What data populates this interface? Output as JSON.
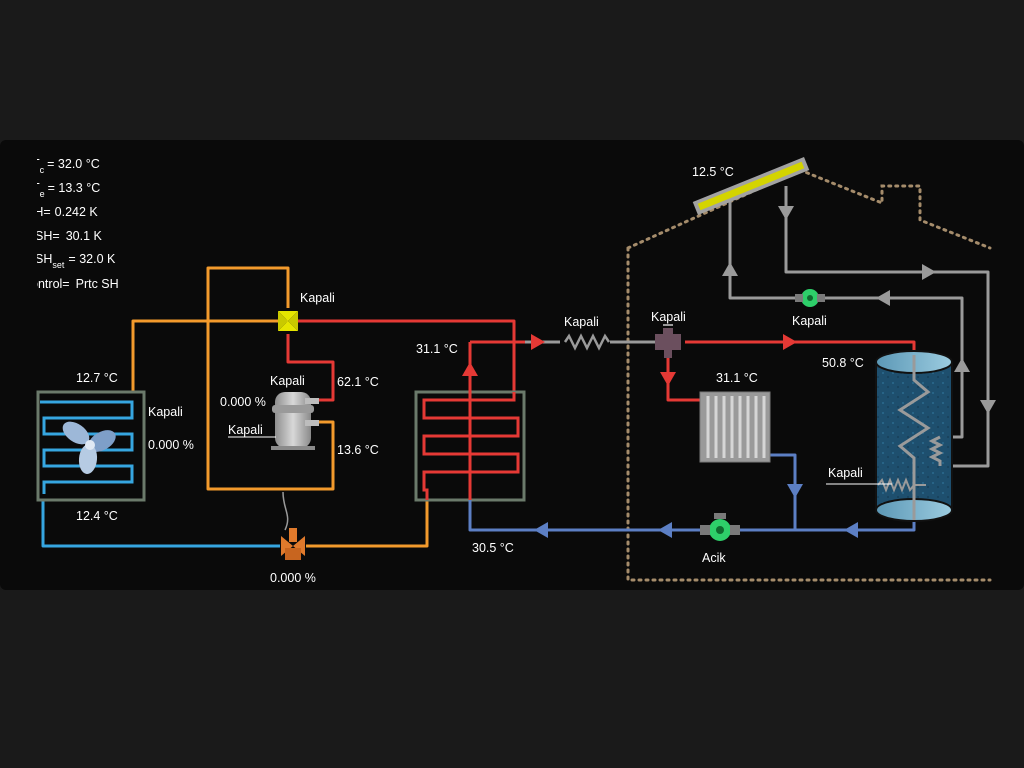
{
  "colors": {
    "background": "#1a1a1a",
    "panel": "#0a0a0a",
    "hot": "#e53935",
    "cold": "#5c7fc4",
    "refrigerant": "#f39a2c",
    "outdoor_air": "#36a6e0",
    "solar_loop": "#9a9a9a",
    "house_outline": "#a58c6b",
    "solar_panel": "#d4d400",
    "pump": "#2ecf6a",
    "tank": "#1e4f6e"
  },
  "status": {
    "tc_symbol": "T",
    "tc_sub": "c",
    "tc_value": "= 32.0 °C",
    "te_symbol": "T",
    "te_sub": "e",
    "te_value": "= 13.3 °C",
    "sh_label": "SH=",
    "sh_value": "0.242 K",
    "dsh_label": "DSH=",
    "dsh_value": "30.1 K",
    "dsh_set_label": "DSH",
    "dsh_set_sub": "set",
    "dsh_set_value": "= 32.0 K",
    "control_label": "Control=",
    "control_value": "Prtc SH"
  },
  "evaporator": {
    "inlet_temp": "12.7 °C",
    "outlet_temp": "12.4 °C",
    "fan_state": "Kapali",
    "fan_speed": "0.000 %"
  },
  "four_way_valve": {
    "state": "Kapali"
  },
  "compressor": {
    "state": "Kapali",
    "speed": "0.000 %",
    "heater_state": "Kapali",
    "discharge_temp": "62.1 °C",
    "suction_temp": "13.6 °C"
  },
  "expansion_valve": {
    "opening": "0.000 %"
  },
  "condenser": {
    "outlet_water_temp": "31.1 °C",
    "return_water_temp": "30.5 °C"
  },
  "electric_heater_state": "Kapali",
  "three_way_valve_state": "Kapali",
  "radiator_temp": "31.1 °C",
  "tank": {
    "top_temp": "50.8 °C",
    "heater_state": "Kapali"
  },
  "solar": {
    "collector_temp": "12.5 °C",
    "pump_state": "Kapali"
  },
  "circulation_pump_state": "Acik"
}
